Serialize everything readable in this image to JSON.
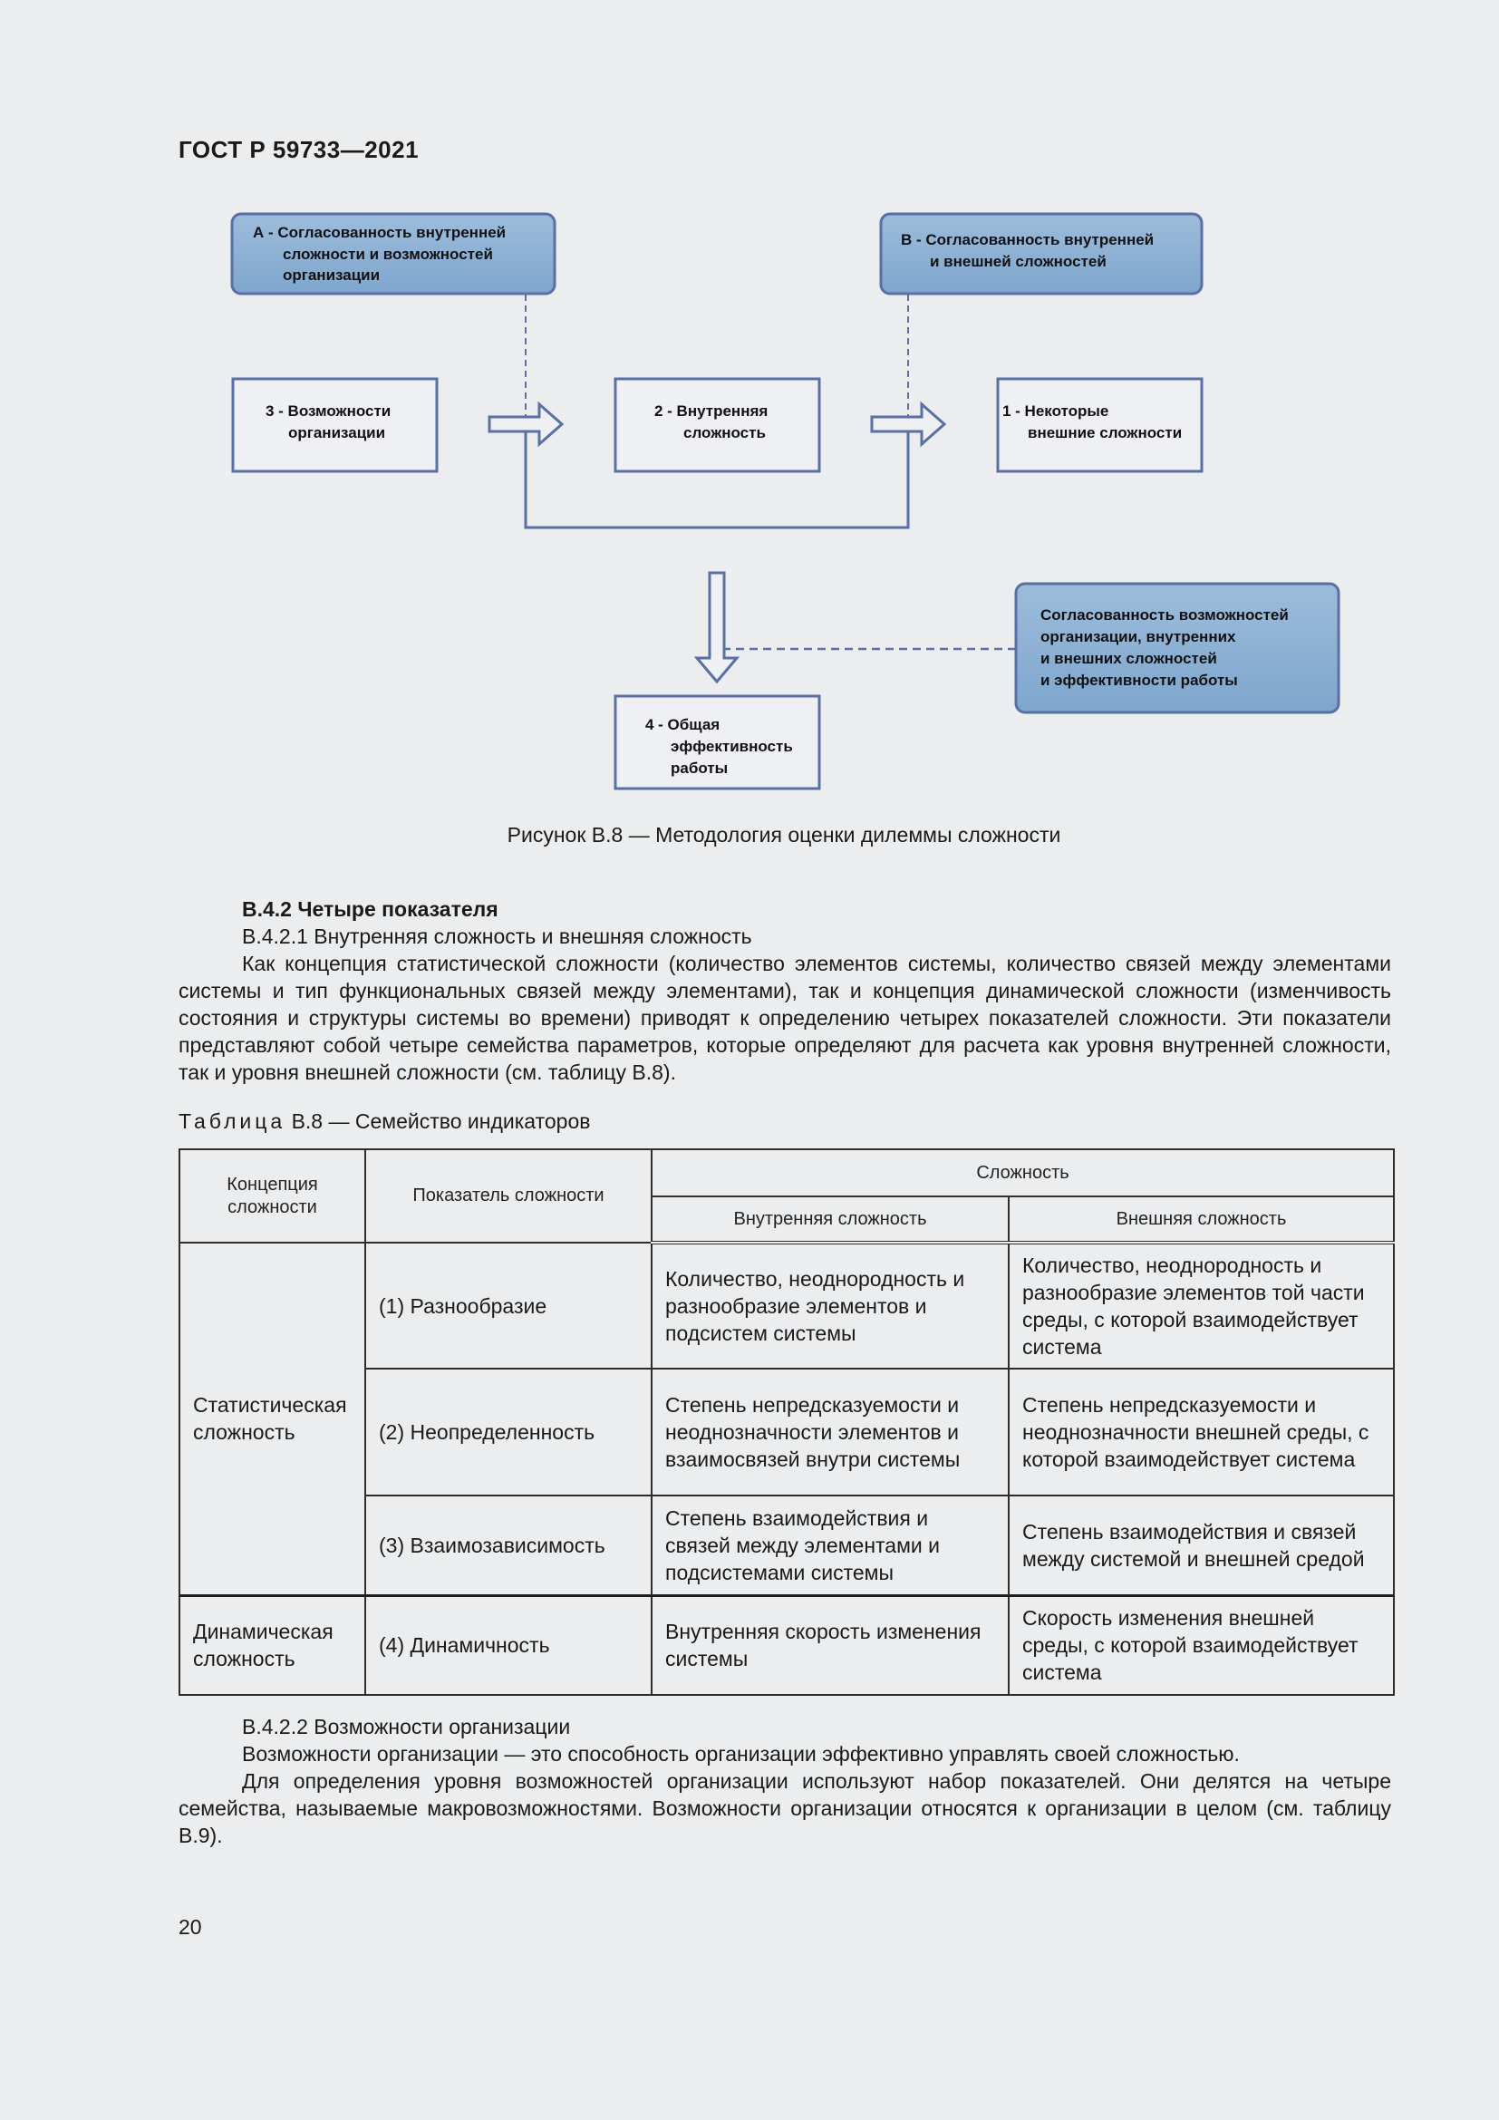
{
  "header": "ГОСТ Р 59733—2021",
  "diagram": {
    "box_a": [
      "А - Согласованность внутренней",
      "сложности и возможностей",
      "организации"
    ],
    "box_b": [
      "В - Согласованность внутренней",
      "и внешней сложностей"
    ],
    "box_3": [
      "3 - Возможности",
      "организации"
    ],
    "box_2": [
      "2 - Внутренняя",
      "сложность"
    ],
    "box_1": [
      "1 - Некоторые",
      "внешние сложности"
    ],
    "box_c": [
      "Согласованность возможностей",
      "организации, внутренних",
      "и внешних сложностей",
      "и эффективности работы"
    ],
    "box_4": [
      "4 - Общая",
      "эффективность",
      "работы"
    ],
    "colors": {
      "box_fill": "#8aafd2",
      "box_border": "#5a6fa3",
      "line": "#5a6fa3"
    }
  },
  "caption": "Рисунок В.8 — Методология оценки дилеммы сложности",
  "section": {
    "heading": "В.4.2 Четыре показателя",
    "sub1": "В.4.2.1 Внутренняя сложность и внешняя сложность",
    "para1": "Как концепция статистической сложности (количество элементов системы, количество связей между элементами системы и тип функциональных связей между элементами), так и концепция динамической сложности (изменчивость состояния и структуры системы во времени) приводят к определению четырех показателей сложности. Эти показатели представляют собой четыре семейства параметров, которые определяют для расчета как уровня внутренней сложности, так и уровня внешней сложности (см. таблицу В.8).",
    "table_caption_prefix": "Таблица",
    "table_caption_rest": "В.8 — Семейство индикаторов",
    "sub2": "В.4.2.2 Возможности организации",
    "para2": "Возможности организации — это способность организации эффективно управлять своей сложностью.",
    "para3": "Для определения уровня возможностей организации используют набор показателей. Они делятся на четыре семейства, называемые макровозможностями. Возможности организации относятся к организации в целом (см. таблицу В.9)."
  },
  "table": {
    "h_concept": "Концепция сложности",
    "h_indicator": "Показатель сложности",
    "h_complexity": "Сложность",
    "h_internal": "Внутренняя сложность",
    "h_external": "Внешняя сложность",
    "concept_static": "Статистическая сложность",
    "concept_dynamic": "Динамическая сложность",
    "rows": [
      {
        "indicator": "(1) Разнообразие",
        "internal": "Количество, неоднородность и разнообразие элементов и подсистем системы",
        "external": "Количество, неоднородность и разнообразие элементов той части среды, с которой взаимодействует система"
      },
      {
        "indicator": "(2) Неопределенность",
        "internal": "Степень непредсказуемости и неоднозначности элементов и взаимосвязей внутри системы",
        "external": "Степень непредсказуемости и неоднозначности внешней среды, с которой взаимодействует система"
      },
      {
        "indicator": "(3) Взаимозависимость",
        "internal": "Степень взаимодействия и связей между элементами и подсистемами системы",
        "external": "Степень взаимодействия и связей между системой и внешней средой"
      },
      {
        "indicator": "(4) Динамичность",
        "internal": "Внутренняя скорость изменения системы",
        "external": "Скорость изменения внешней среды, с которой взаимодействует система"
      }
    ]
  },
  "page_number": "20"
}
